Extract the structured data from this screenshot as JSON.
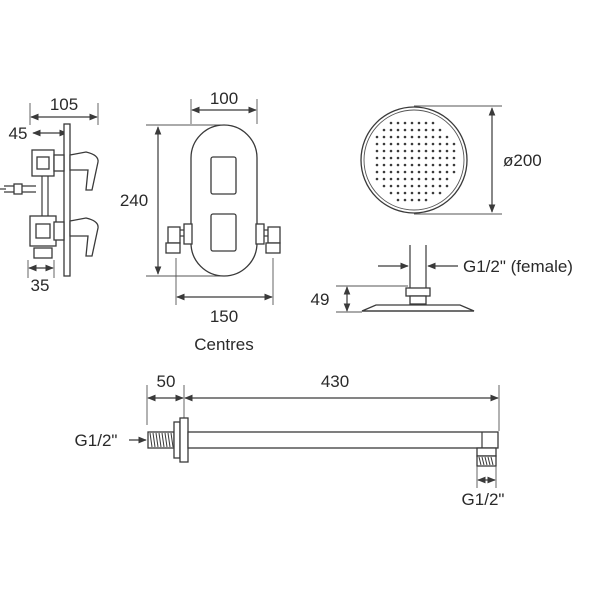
{
  "valve_side": {
    "width_label": "105",
    "offset_label": "45",
    "depth_label": "35"
  },
  "valve_front": {
    "width_label": "100",
    "height_label": "240",
    "centres_value": "150",
    "centres_caption": "Centres"
  },
  "shower_head": {
    "diameter_label": "ø200",
    "thread_label": "G1/2\" (female)",
    "height_label": "49"
  },
  "shower_arm": {
    "flange_label": "50",
    "length_label": "430",
    "inlet_thread": "G1/2\"",
    "outlet_thread": "G1/2\""
  },
  "colors": {
    "line": "#3a3a3a",
    "text": "#2a2a2a",
    "background": "#ffffff"
  }
}
